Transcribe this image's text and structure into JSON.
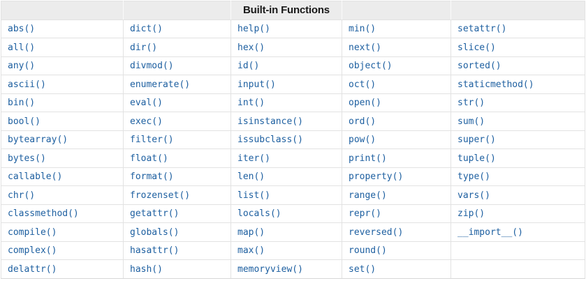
{
  "colors": {
    "link": "#1d5fa0",
    "header_bg": "#ececec",
    "border": "#e2e2e2"
  },
  "table": {
    "caption": "Built-in Functions",
    "rows": [
      [
        "abs()",
        "dict()",
        "help()",
        "min()",
        "setattr()"
      ],
      [
        "all()",
        "dir()",
        "hex()",
        "next()",
        "slice()"
      ],
      [
        "any()",
        "divmod()",
        "id()",
        "object()",
        "sorted()"
      ],
      [
        "ascii()",
        "enumerate()",
        "input()",
        "oct()",
        "staticmethod()"
      ],
      [
        "bin()",
        "eval()",
        "int()",
        "open()",
        "str()"
      ],
      [
        "bool()",
        "exec()",
        "isinstance()",
        "ord()",
        "sum()"
      ],
      [
        "bytearray()",
        "filter()",
        "issubclass()",
        "pow()",
        "super()"
      ],
      [
        "bytes()",
        "float()",
        "iter()",
        "print()",
        "tuple()"
      ],
      [
        "callable()",
        "format()",
        "len()",
        "property()",
        "type()"
      ],
      [
        "chr()",
        "frozenset()",
        "list()",
        "range()",
        "vars()"
      ],
      [
        "classmethod()",
        "getattr()",
        "locals()",
        "repr()",
        "zip()"
      ],
      [
        "compile()",
        "globals()",
        "map()",
        "reversed()",
        "__import__()"
      ],
      [
        "complex()",
        "hasattr()",
        "max()",
        "round()",
        ""
      ],
      [
        "delattr()",
        "hash()",
        "memoryview()",
        "set()",
        ""
      ]
    ]
  }
}
